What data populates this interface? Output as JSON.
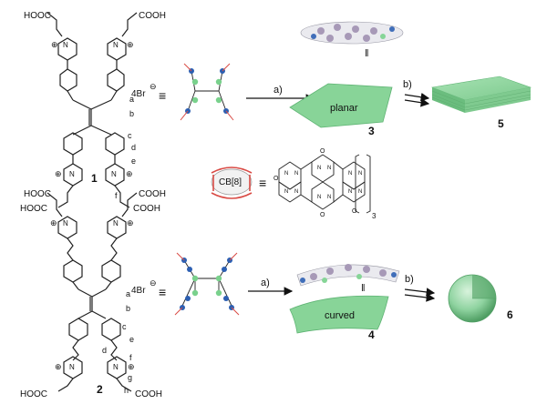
{
  "molecule1": {
    "number": "1",
    "counterion": "4Br",
    "cooh_top_left": "HOOC",
    "cooh_top_right": "COOH",
    "cooh_bottom_left": "HOOC",
    "cooh_bottom_right": "COOH",
    "nitrogen": "N",
    "proton_labels": [
      "a",
      "b",
      "c",
      "d",
      "e",
      "f"
    ]
  },
  "molecule2": {
    "number": "2",
    "counterion": "4Br",
    "cooh_top_left": "HOOC",
    "cooh_top_right": "COOH",
    "cooh_bottom_left": "HOOC",
    "cooh_bottom_right": "COOH",
    "nitrogen": "N",
    "proton_labels": [
      "a",
      "b",
      "c",
      "d",
      "e",
      "f",
      "g",
      "h"
    ]
  },
  "symbols": {
    "equivalent": "≡",
    "positive": "⊕",
    "negative": "⊖",
    "parallel": "‖"
  },
  "arrows": {
    "step_a": "a)",
    "step_b": "b)"
  },
  "sheet_planar": {
    "label": "planar",
    "number": "3"
  },
  "sheet_curved": {
    "label": "curved",
    "number": "4"
  },
  "stack": {
    "number": "5"
  },
  "sphere": {
    "number": "6"
  },
  "cucurbituril": {
    "label": "CB[8]",
    "subscript": "3",
    "atom_N": "N",
    "atom_O": "O"
  },
  "colors": {
    "green": "#79d18c",
    "blue": "#2c5fb2",
    "red": "#d94b45",
    "sheet": "#88d498",
    "sheet_dark": "#5fb474"
  }
}
